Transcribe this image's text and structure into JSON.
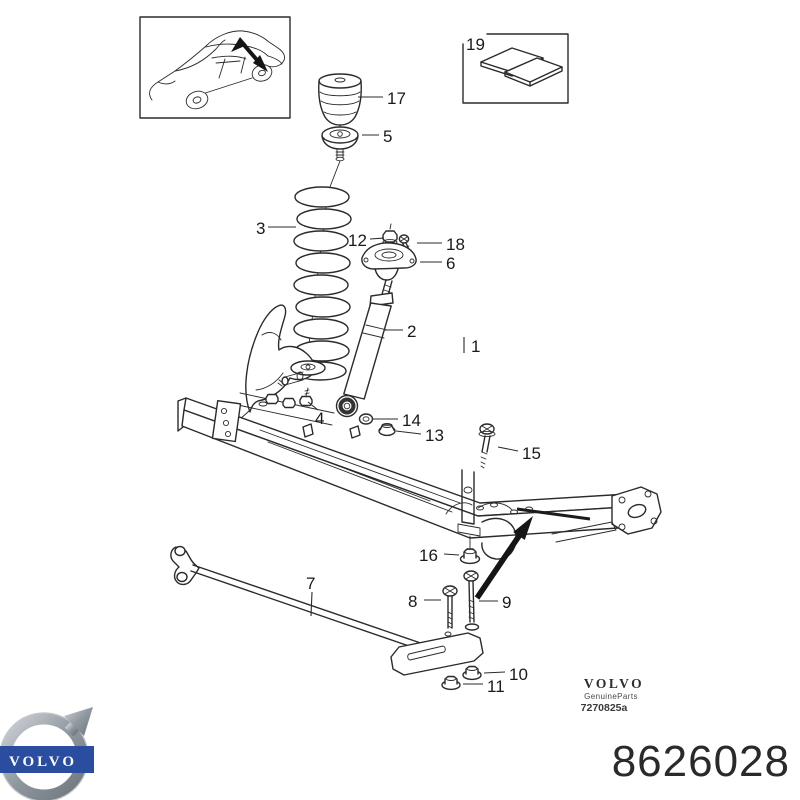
{
  "part_number": "8626028",
  "brand_block": {
    "name": "VOLVO",
    "subtitle": "GenuineParts",
    "drawing_ref": "7270825a"
  },
  "logo": {
    "text": "VOLVO",
    "band_color": "#2b4da0",
    "metal_color": "#98a0a8"
  },
  "colors": {
    "background": "#ffffff",
    "line": "#2b2b2b",
    "label": "#1a1a1a"
  },
  "callouts": {
    "c1": "1",
    "c2": "2",
    "c3": "3",
    "c4": "4",
    "c5": "5",
    "c6": "6",
    "c7": "7",
    "c8": "8",
    "c9": "9",
    "c10": "10",
    "c11": "11",
    "c12": "12",
    "c13": "13",
    "c14": "14",
    "c15": "15",
    "c16": "16",
    "c17": "17",
    "c18": "18",
    "c19": "19"
  }
}
